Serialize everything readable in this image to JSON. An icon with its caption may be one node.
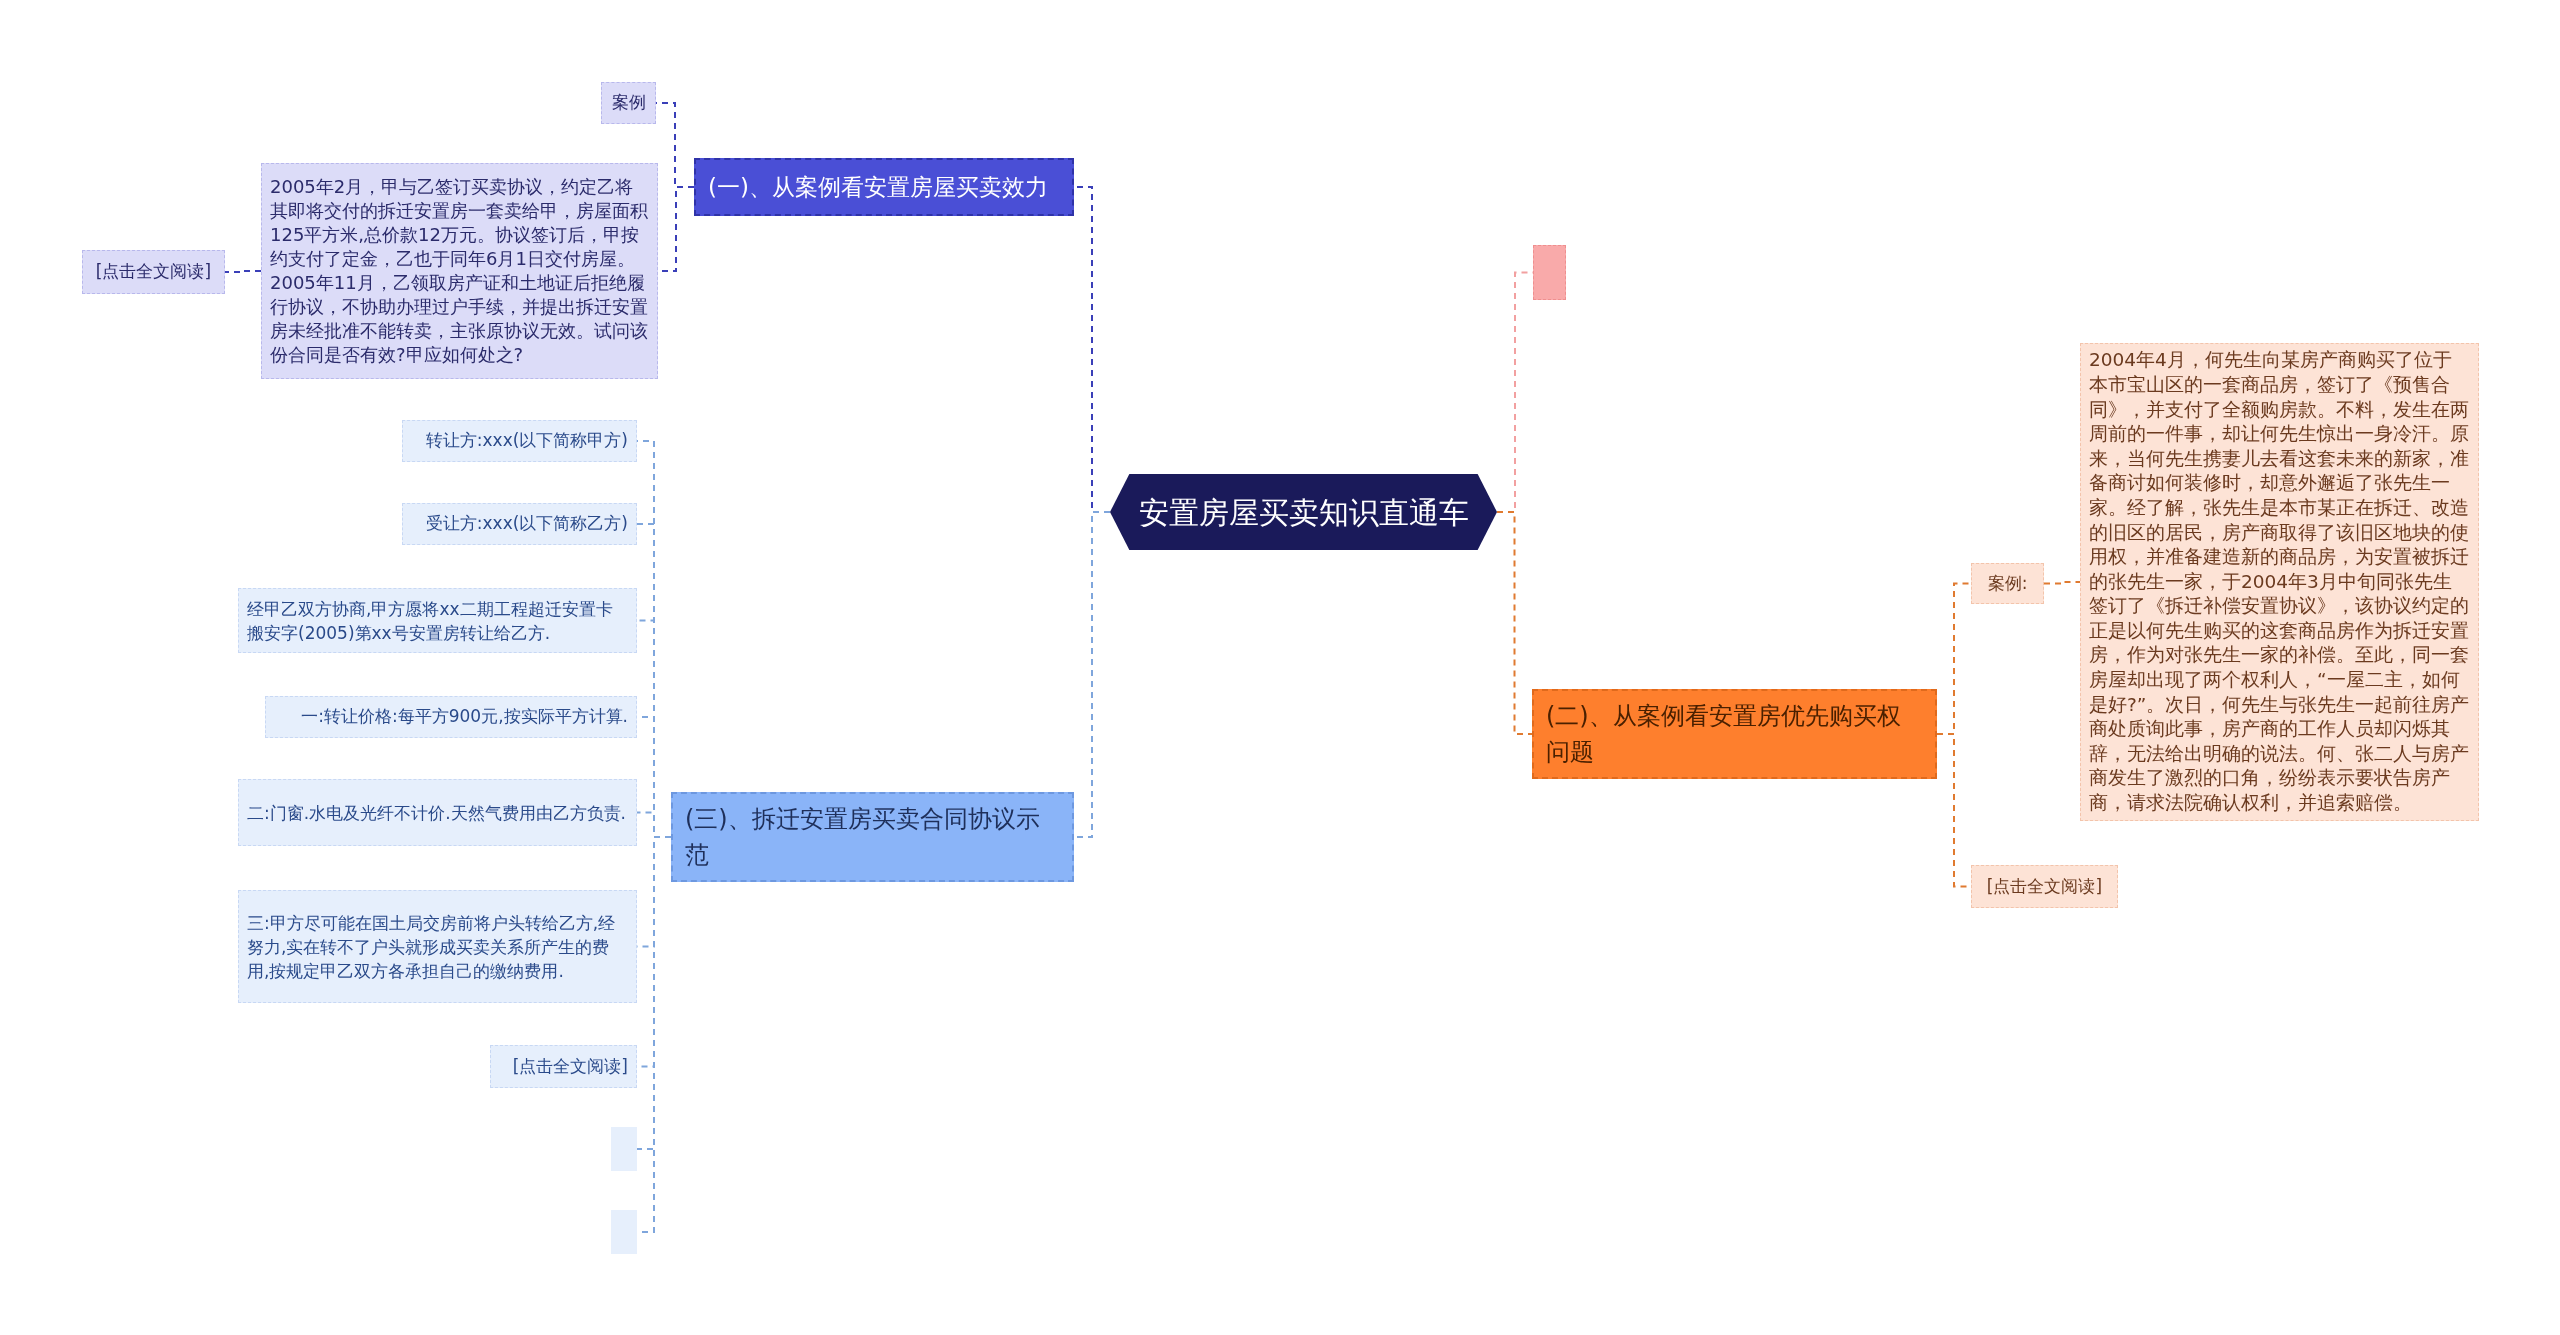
{
  "diagram": {
    "nodes": [
      {
        "text": [
          "安置房屋买卖知识直通车"
        ]
      },
      {
        "text": [
          "(一)、从案例看安置房屋买卖效力"
        ]
      },
      {
        "text": [
          "案例"
        ]
      },
      {
        "text": [
          "2005年2月，甲与乙签订买卖协议，约定乙将其即将交付的拆迁安置房一套卖给甲，房屋面积125平方米,总价款12万元。协议签订后，甲按约支付了定金，乙也于同年6月1日交付房屋。2005年11月，乙领取房产证和土地证后拒绝履行协议，不协助办理过户手续，并提出拆迁安置房未经批准不能转卖，主张原协议无效。试问该份合同是否有效?甲应如何处之?"
        ]
      },
      {
        "text": [
          "[点击全文阅读]"
        ]
      },
      {
        "text": [
          "(三)、拆迁安置房买卖合同协议示范"
        ]
      },
      {
        "text": [
          "转让方:xxx(以下简称甲方)"
        ]
      },
      {
        "text": [
          "受让方:xxx(以下简称乙方)"
        ]
      },
      {
        "text": [
          "经甲乙双方协商,甲方愿将xx二期工程超迁安置卡搬安字(2005)第xx号安置房转让给乙方."
        ]
      },
      {
        "text": [
          "一:转让价格:每平方900元,按实际平方计算."
        ]
      },
      {
        "text": [
          "二:门窗.水电及光纤不计价.天然气费用由乙方负责."
        ]
      },
      {
        "text": [
          "三:甲方尽可能在国土局交房前将户头转给乙方,经努力,实在转不了户头就形成买卖关系所产生的费用,按规定甲乙双方各承担自己的缴纳费用."
        ]
      },
      {
        "text": [
          "[点击全文阅读]"
        ]
      },
      {
        "text": [],
        "shape": "box"
      },
      {
        "text": [],
        "shape": "box"
      },
      {
        "text": [],
        "shape": "box"
      },
      {
        "text": [
          "(二)、从案例看安置房优先购买权问题"
        ]
      },
      {
        "text": [
          "案例:"
        ]
      },
      {
        "text": [
          "2004年4月，何先生向某房产商购买了位于本市宝山区的一套商品房，签订了《预售合同》，并支付了全额购房款。不料，发生在两周前的一件事，却让何先生惊出一身冷汗。原来，当何先生携妻儿去看这套未来的新家，准备商讨如何装修时，却意外邂逅了张先生一家。经了解，张先生是本市某正在拆迁、改造的旧区的居民，房产商取得了该旧区地块的使用权，并准备建造新的商品房，为安置被拆迁的张先生一家，于2004年3月中旬同张先生签订了《拆迁补偿安置协议》，该协议约定的正是以何先生购买的这套商品房作为拆迁安置房，作为对张先生一家的补偿。至此，同一套房屋却出现了两个权利人，“一屋二主，如何是好?”。次日，何先生与张先生一起前往房产商处质询此事，房产商的工作人员却闪烁其辞，无法给出明确的说法。何、张二人与房产商发生了激烈的口角，纷纷表示要状告房产商，请求法院确认权利，并追索赔偿。"
        ]
      },
      {
        "text": [
          "[点击全文阅读]"
        ]
      }
    ],
    "edges": [
      {
        "from": 0,
        "to": 1,
        "arrow": "none",
        "style": "dashed",
        "color": "#3a3fb8"
      },
      {
        "from": 1,
        "to": 2,
        "arrow": "none",
        "style": "dashed",
        "color": "#3a3fb8"
      },
      {
        "from": 1,
        "to": 3,
        "arrow": "none",
        "style": "dashed",
        "color": "#3a3fb8"
      },
      {
        "from": 3,
        "to": 4,
        "arrow": "none",
        "style": "dashed",
        "color": "#3a3fb8"
      },
      {
        "from": 0,
        "to": 5,
        "arrow": "none",
        "style": "dashed",
        "color": "#7fa6dc"
      },
      {
        "from": 5,
        "to": 6,
        "arrow": "none",
        "style": "dashed",
        "color": "#7fa6dc"
      },
      {
        "from": 5,
        "to": 7,
        "arrow": "none",
        "style": "dashed",
        "color": "#7fa6dc"
      },
      {
        "from": 5,
        "to": 8,
        "arrow": "none",
        "style": "dashed",
        "color": "#7fa6dc"
      },
      {
        "from": 5,
        "to": 9,
        "arrow": "none",
        "style": "dashed",
        "color": "#7fa6dc"
      },
      {
        "from": 5,
        "to": 10,
        "arrow": "none",
        "style": "dashed",
        "color": "#7fa6dc"
      },
      {
        "from": 5,
        "to": 11,
        "arrow": "none",
        "style": "dashed",
        "color": "#7fa6dc"
      },
      {
        "from": 5,
        "to": 12,
        "arrow": "none",
        "style": "dashed",
        "color": "#7fa6dc"
      },
      {
        "from": 5,
        "to": 13,
        "arrow": "none",
        "style": "dashed",
        "color": "#7fa6dc"
      },
      {
        "from": 5,
        "to": 14,
        "arrow": "none",
        "style": "dashed",
        "color": "#7fa6dc"
      },
      {
        "from": 0,
        "to": 15,
        "arrow": "none",
        "style": "dashed",
        "color": "#f2a0a0"
      },
      {
        "from": 0,
        "to": 16,
        "arrow": "none",
        "style": "dashed",
        "color": "#e07a30"
      },
      {
        "from": 16,
        "to": 17,
        "arrow": "none",
        "style": "dashed",
        "color": "#e07a30"
      },
      {
        "from": 17,
        "to": 18,
        "arrow": "none",
        "style": "dashed",
        "color": "#e07a30"
      },
      {
        "from": 16,
        "to": 19,
        "arrow": "none",
        "style": "dashed",
        "color": "#e07a30"
      }
    ]
  }
}
